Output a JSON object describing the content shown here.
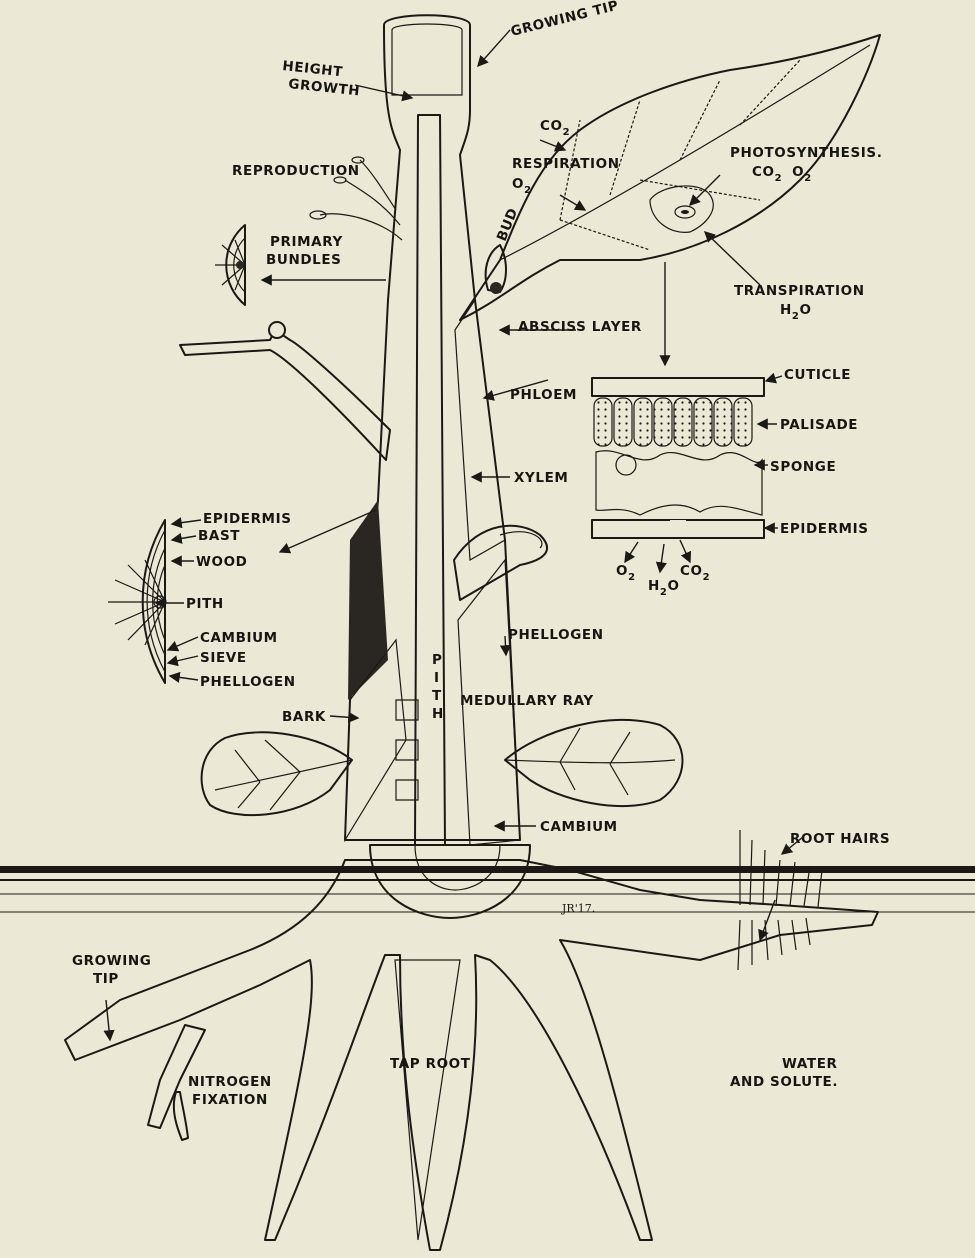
{
  "labels": {
    "height_growth_1": "HEIGHT",
    "height_growth_2": "GROWTH",
    "growing_tip_top": "GROWING TIP",
    "reproduction": "REPRODUCTION",
    "co2_resp": "CO",
    "co2_resp_sub": "2",
    "respiration": "RESPIRATION",
    "o2_resp": "O",
    "o2_resp_sub": "2",
    "photosynthesis": "PHOTOSYNTHESIS.",
    "photo_co2": "CO",
    "photo_co2_sub": "2",
    "photo_o2": "O",
    "photo_o2_sub": "2",
    "bud": "BUD",
    "primary_bundles_1": "PRIMARY",
    "primary_bundles_2": "BUNDLES",
    "transpiration": "TRANSPIRATION",
    "transpiration_h2o": "H",
    "transpiration_h2o_sub": "2",
    "transpiration_h2o_end": "O",
    "absciss_layer": "ABSCISS LAYER",
    "cuticle": "CUTICLE",
    "phloem": "PHLOEM",
    "palisade": "PALISADE",
    "xylem": "XYLEM",
    "sponge": "SPONGE",
    "epidermis_left": "EPIDERMIS",
    "bast": "BAST",
    "wood": "WOOD",
    "epidermis_right": "EPIDERMIS",
    "gas_o2": "O",
    "gas_o2_sub": "2",
    "gas_h2o": "H",
    "gas_h2o_sub": "2",
    "gas_h2o_end": "O",
    "gas_co2": "CO",
    "gas_co2_sub": "2",
    "pith_left": "PITH",
    "cambium_left": "CAMBIUM",
    "sieve": "SIEVE",
    "phellogen_left": "PHELLOGEN",
    "phellogen_right": "PHELLOGEN",
    "pith_vertical": [
      "P",
      "I",
      "T",
      "H"
    ],
    "medullary_ray": "MEDULLARY RAY",
    "bark": "BARK",
    "cambium_right": "CAMBIUM",
    "signature": "JR'17.",
    "root_hairs": "ROOT HAIRS",
    "growing_tip_root_1": "GROWING",
    "growing_tip_root_2": "TIP",
    "tap_root": "TAP ROOT",
    "water_1": "WATER",
    "water_2": "AND SOLUTE.",
    "nitrogen_1": "NITROGEN",
    "nitrogen_2": "FIXATION"
  },
  "colors": {
    "paper": "#ece8d6",
    "ink": "#1a1915"
  }
}
